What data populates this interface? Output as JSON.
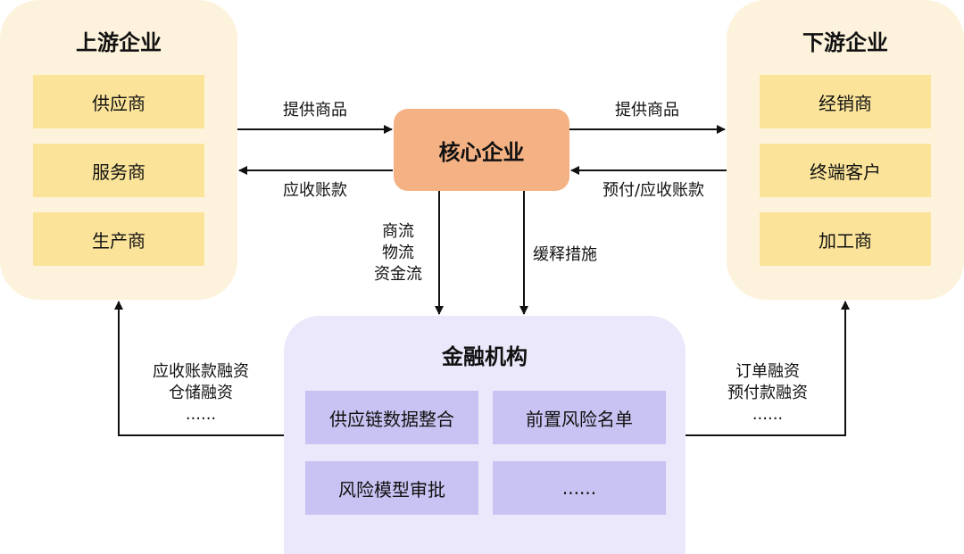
{
  "upstream": {
    "title": "上游企业",
    "items": [
      "供应商",
      "服务商",
      "生产商"
    ]
  },
  "downstream": {
    "title": "下游企业",
    "items": [
      "经销商",
      "终端客户",
      "加工商"
    ]
  },
  "core": {
    "title": "核心企业"
  },
  "financial": {
    "title": "金融机构",
    "items": [
      "供应链数据整合",
      "前置风险名单",
      "风险模型审批",
      "......"
    ]
  },
  "flows": {
    "up_to_core": "提供商品",
    "core_to_up": "应收账款",
    "core_to_down": "提供商品",
    "down_to_core": "预付/应收账款",
    "core_to_fin": [
      "商流",
      "物流",
      "资金流"
    ],
    "core_to_fin_2": "缓释措施",
    "fin_to_up": [
      "应收账款融资",
      "仓储融资",
      "......"
    ],
    "fin_to_down": [
      "订单融资",
      "预付款融资",
      "......"
    ]
  },
  "colors": {
    "panel_bg": "#fdf3dc",
    "item_bg": "#fbe49a",
    "core_bg": "#f4b183",
    "fin_bg": "#ebe8fb",
    "fin_item_bg": "#c9c3f3",
    "line": "#111111"
  }
}
